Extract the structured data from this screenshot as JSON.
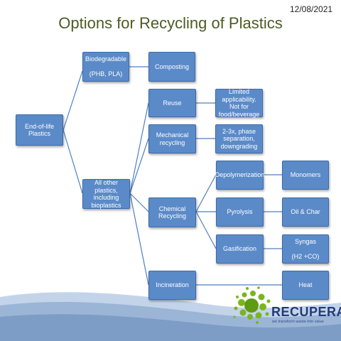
{
  "date": "12/08/2021",
  "title": "Options for Recycling of Plastics",
  "nodes": {
    "end_of_life": "End-of-life Plastics",
    "biodegradable": "Biodegradable\n\n(PHB, PLA)",
    "composting": "Composting",
    "all_other": "All other plastics, including bioplastics",
    "reuse": "Reuse",
    "limited": "Limited applicability. Not for food/beverage",
    "mechanical": "Mechanical recycling",
    "mech_result": "2-3x, phase separation, downgrading",
    "chemical": "Chemical Recycling",
    "depolymerization": "Depolymerization",
    "monomers": "Monomers",
    "pyrolysis": "Pyrolysis",
    "oil_char": "Oil & Char",
    "gasification": "Gasification",
    "syngas": "Syngas\n\n(H2 +CO)",
    "incineration": "Incineration",
    "heat": "Heat"
  },
  "logo": {
    "name": "RECUPERA",
    "tagline": "we transform waste into value",
    "colors": {
      "dots": "#7ab51d",
      "text": "#233a7a"
    }
  },
  "colors": {
    "box": "#5b8ac8",
    "connector": "#4f7fc0",
    "title": "#4e5b23",
    "wave": "#9bb5d6"
  }
}
